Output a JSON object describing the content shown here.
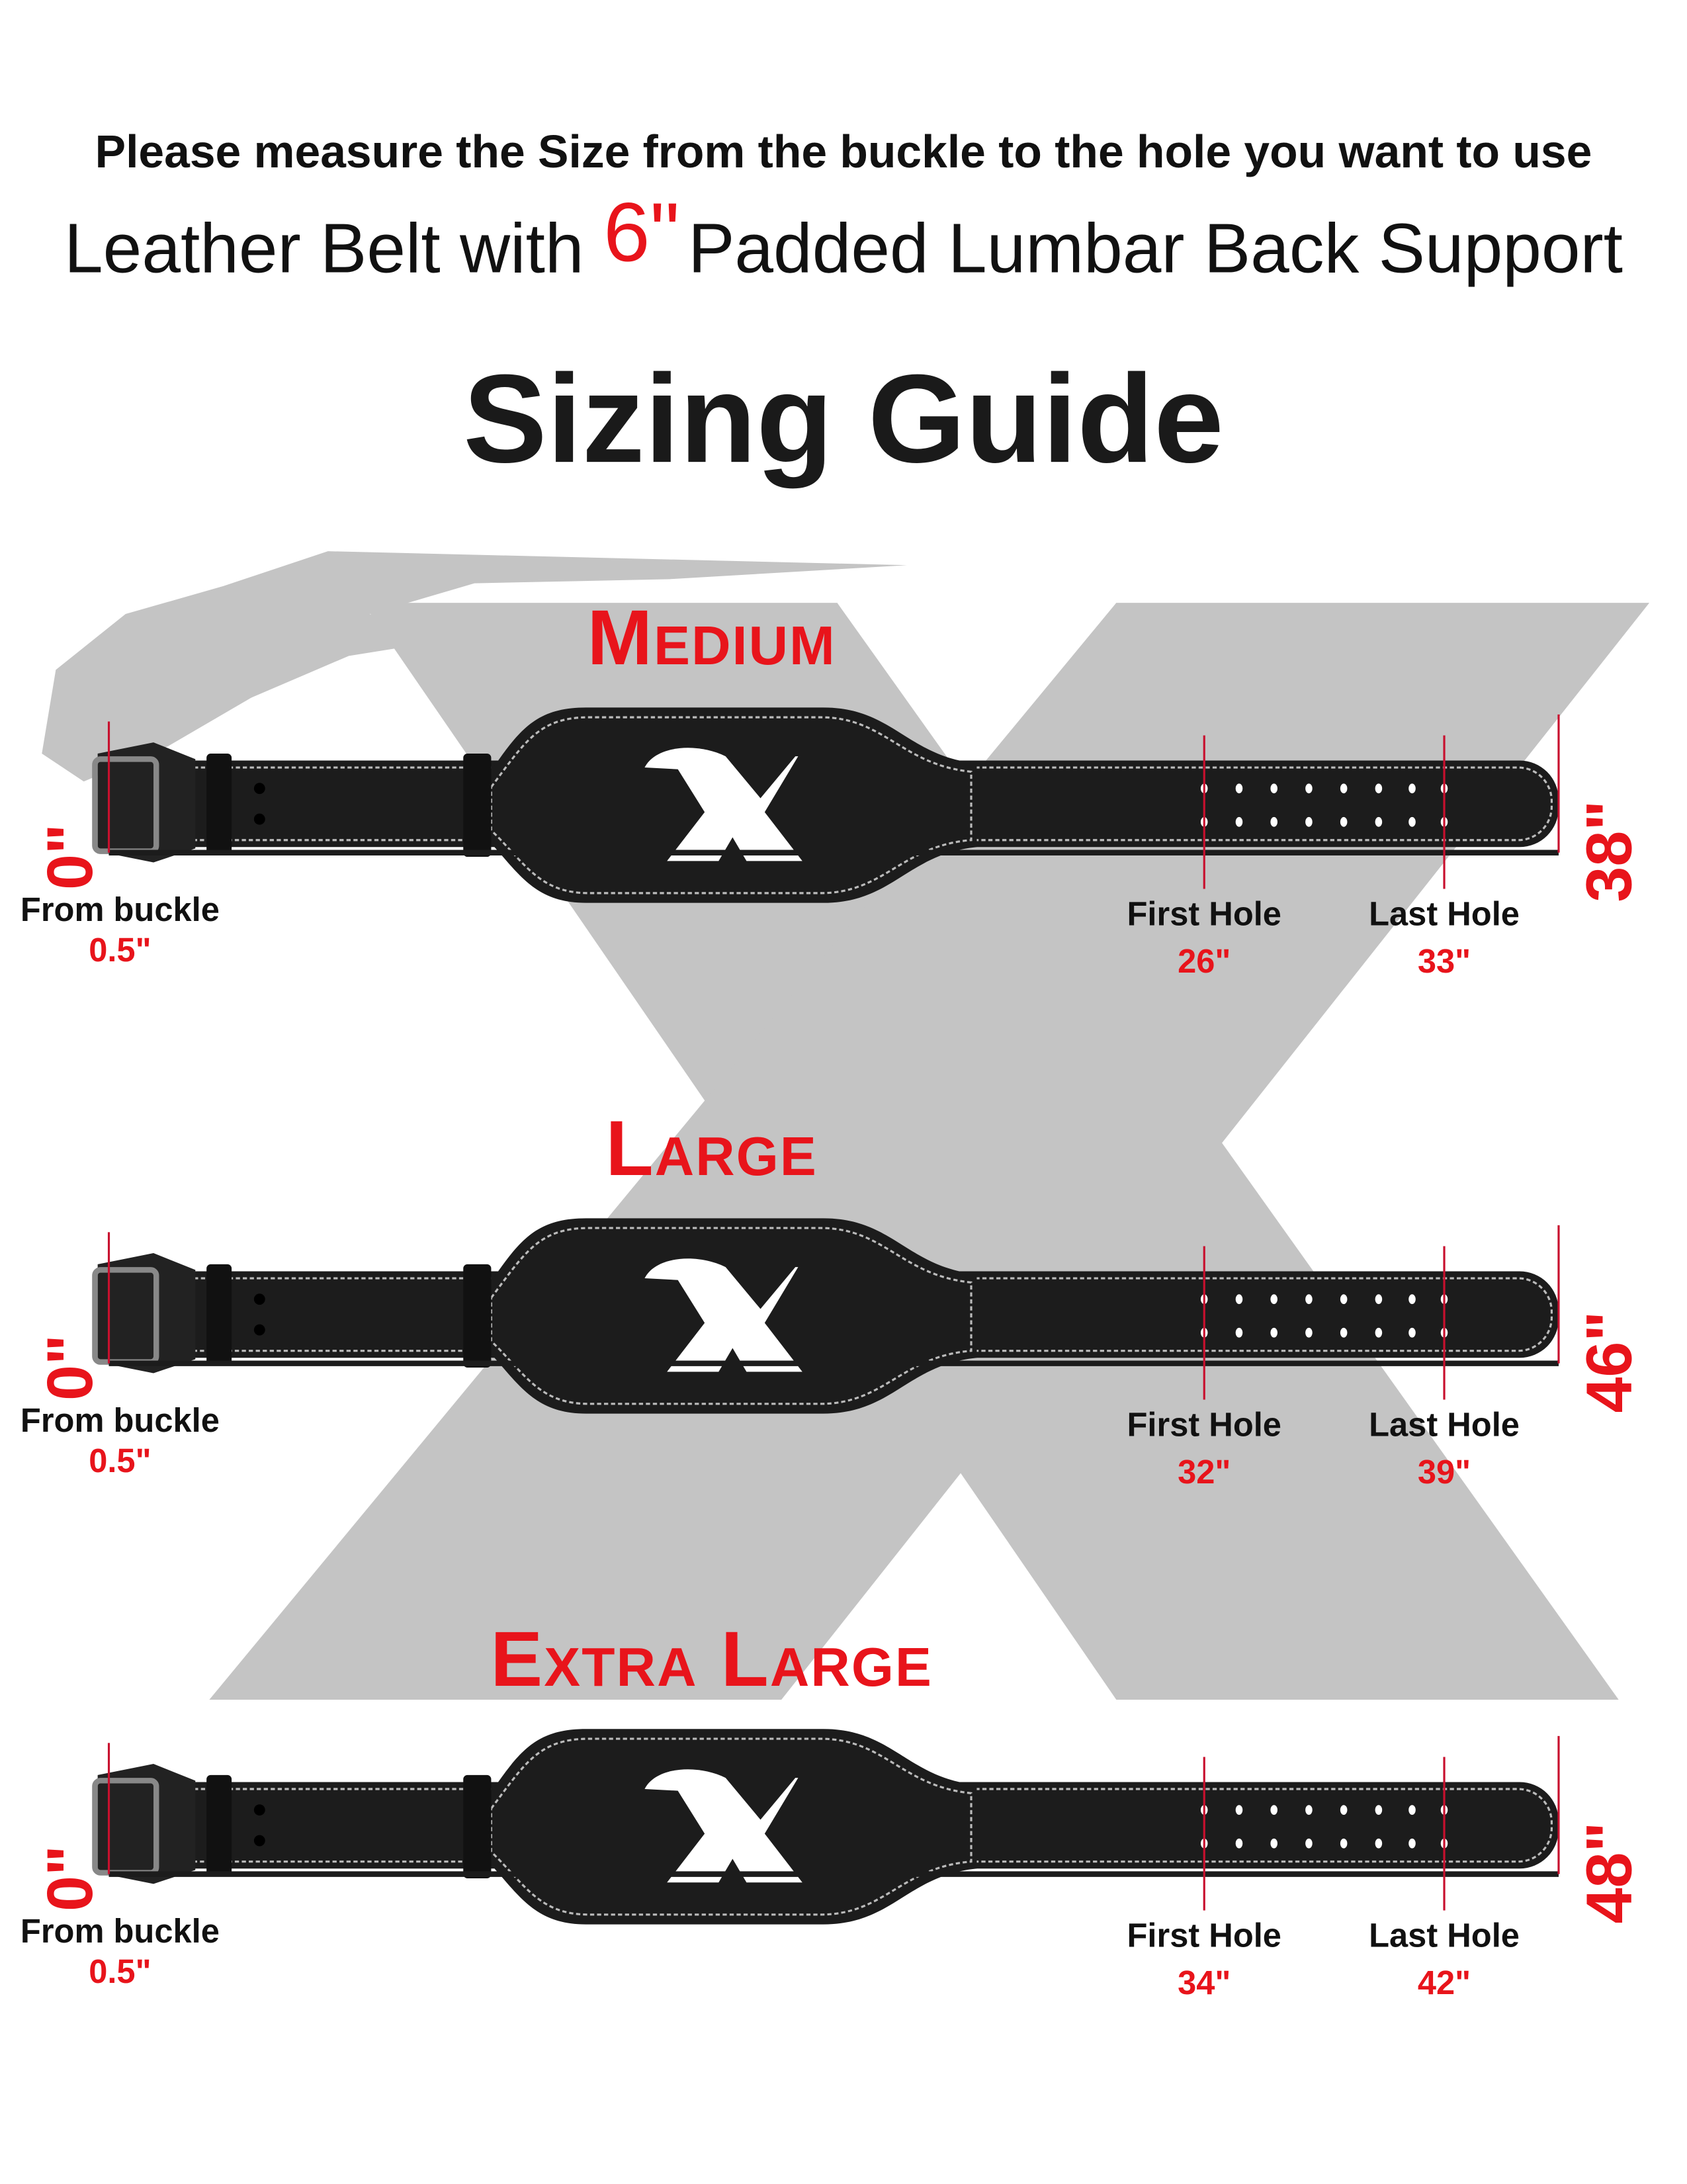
{
  "header": {
    "instruction": "Please measure the Size from the buckle to the hole you want to use",
    "subtitle_before": "Leather Belt with",
    "subtitle_highlight": "6\"",
    "subtitle_after": "Padded Lumbar Back Support",
    "title": "Sizing Guide"
  },
  "colors": {
    "accent": "#e8141b",
    "background_logo": "#c4c4c4",
    "belt": "#1c1c1c"
  },
  "sizes": [
    {
      "name": "Medium",
      "start": "0\"",
      "from_label": "From buckle",
      "from_value": "0.5\"",
      "first_label": "First Hole",
      "first_value": "26\"",
      "last_label": "Last Hole",
      "last_value": "33\"",
      "total": "38\""
    },
    {
      "name": "Large",
      "start": "0\"",
      "from_label": "From buckle",
      "from_value": "0.5\"",
      "first_label": "First Hole",
      "first_value": "32\"",
      "last_label": "Last Hole",
      "last_value": "39\"",
      "total": "46\""
    },
    {
      "name": "Extra Large",
      "start": "0\"",
      "from_label": "From buckle",
      "from_value": "0.5\"",
      "first_label": "First Hole",
      "first_value": "34\"",
      "last_label": "Last Hole",
      "last_value": "42\"",
      "total": "48\""
    }
  ]
}
